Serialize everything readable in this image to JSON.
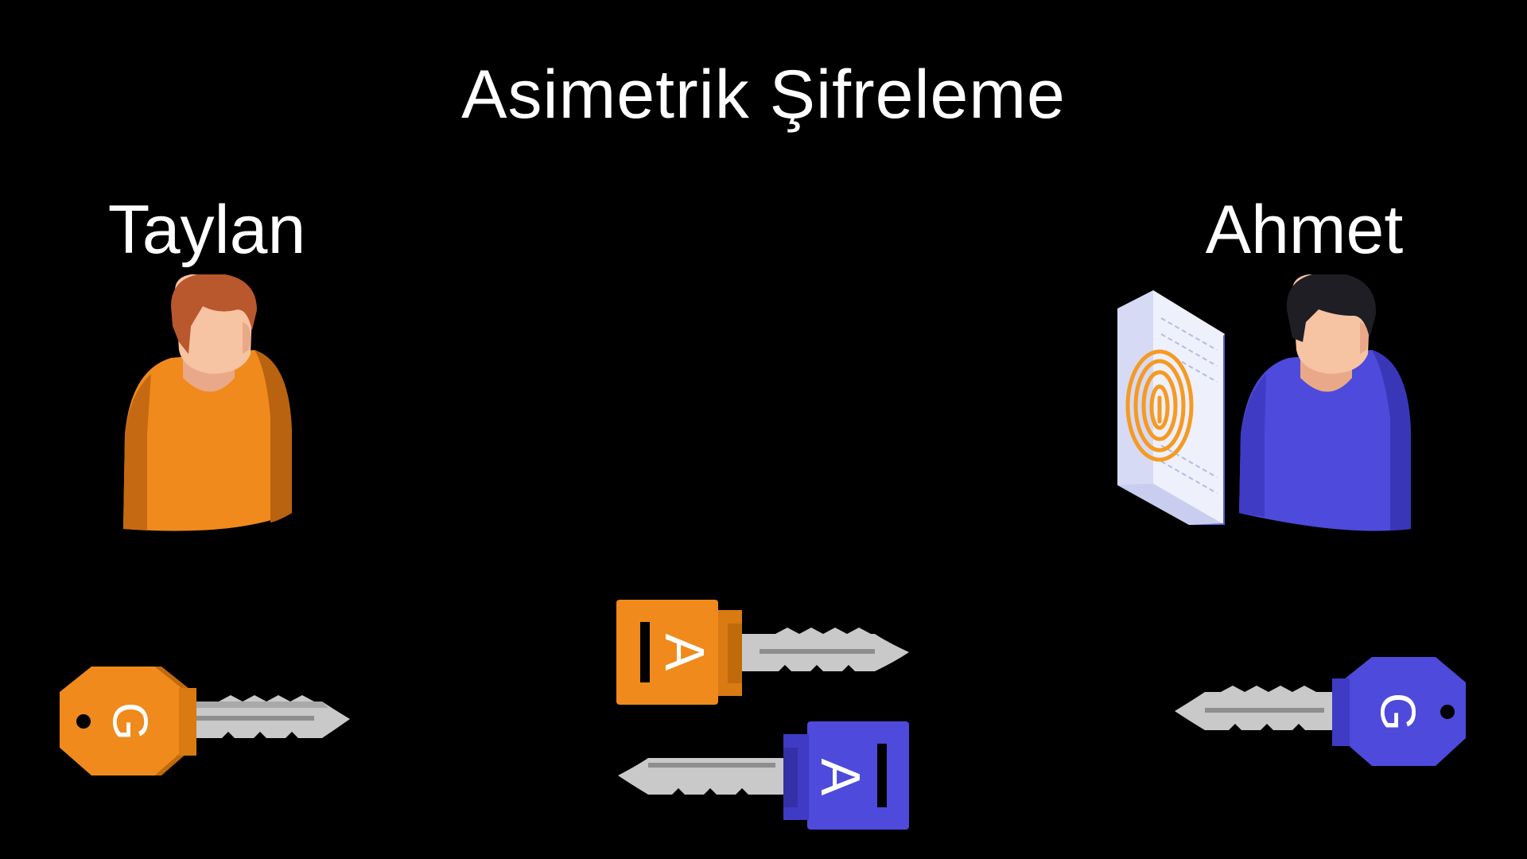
{
  "title": "Asimetrik Şifreleme",
  "people": [
    {
      "name": "Taylan",
      "color": "#F08A1C"
    },
    {
      "name": "Ahmet",
      "color": "#4E4ADB"
    }
  ],
  "keys": {
    "taylan_private": {
      "letter": "G",
      "color": "#F08A1C"
    },
    "taylan_public": {
      "letter": "A",
      "color": "#F08A1C"
    },
    "ahmet_public": {
      "letter": "A",
      "color": "#4E4ADB"
    },
    "ahmet_private": {
      "letter": "G",
      "color": "#4E4ADB"
    }
  },
  "icons": [
    "person-icon",
    "fingerprint-document-icon",
    "key-icon"
  ]
}
